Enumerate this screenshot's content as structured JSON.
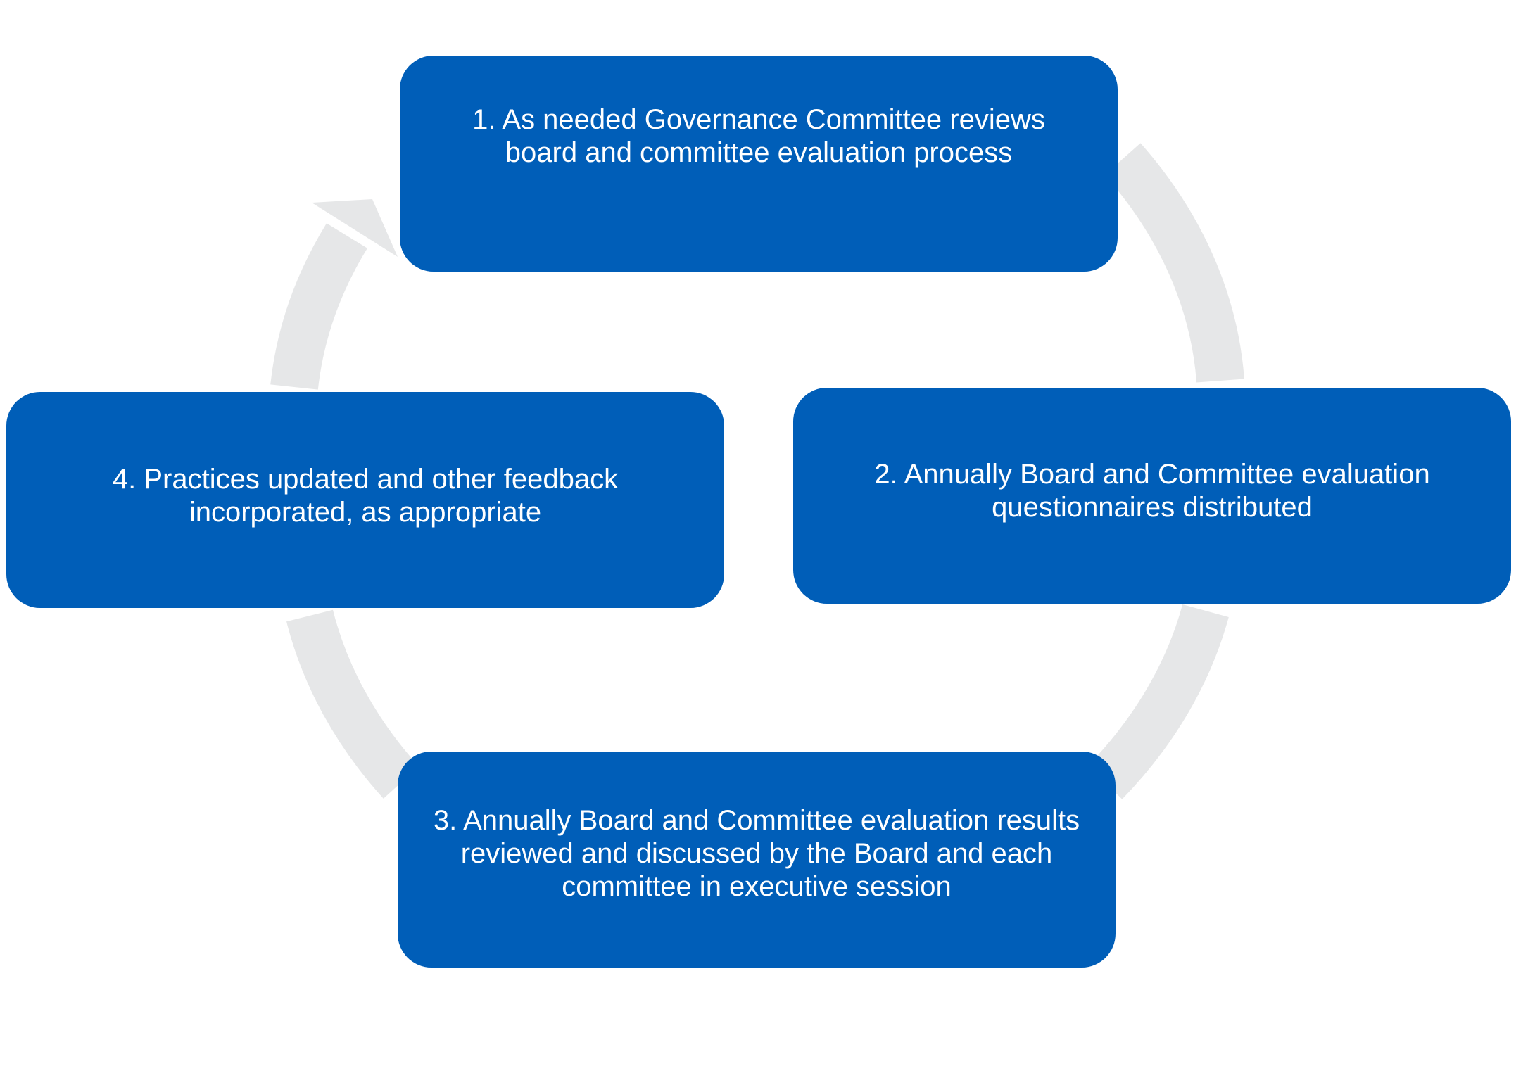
{
  "diagram": {
    "type": "cycle",
    "colors": {
      "box_fill": "#005EB8",
      "box_text": "#FFFFFF",
      "ring": "#E6E7E8",
      "background": "#FFFFFF"
    },
    "steps": [
      {
        "label": "1. As needed Governance Committee reviews board and committee evaluation process"
      },
      {
        "label": "2. Annually  Board and Committee evaluation questionnaires distributed"
      },
      {
        "label": "3. Annually Board and Committee evaluation results reviewed and discussed by the Board and each committee in executive session"
      },
      {
        "label": "4. Practices updated and other feedback incorporated, as appropriate"
      }
    ],
    "connector_icon": "circular-arrow"
  }
}
